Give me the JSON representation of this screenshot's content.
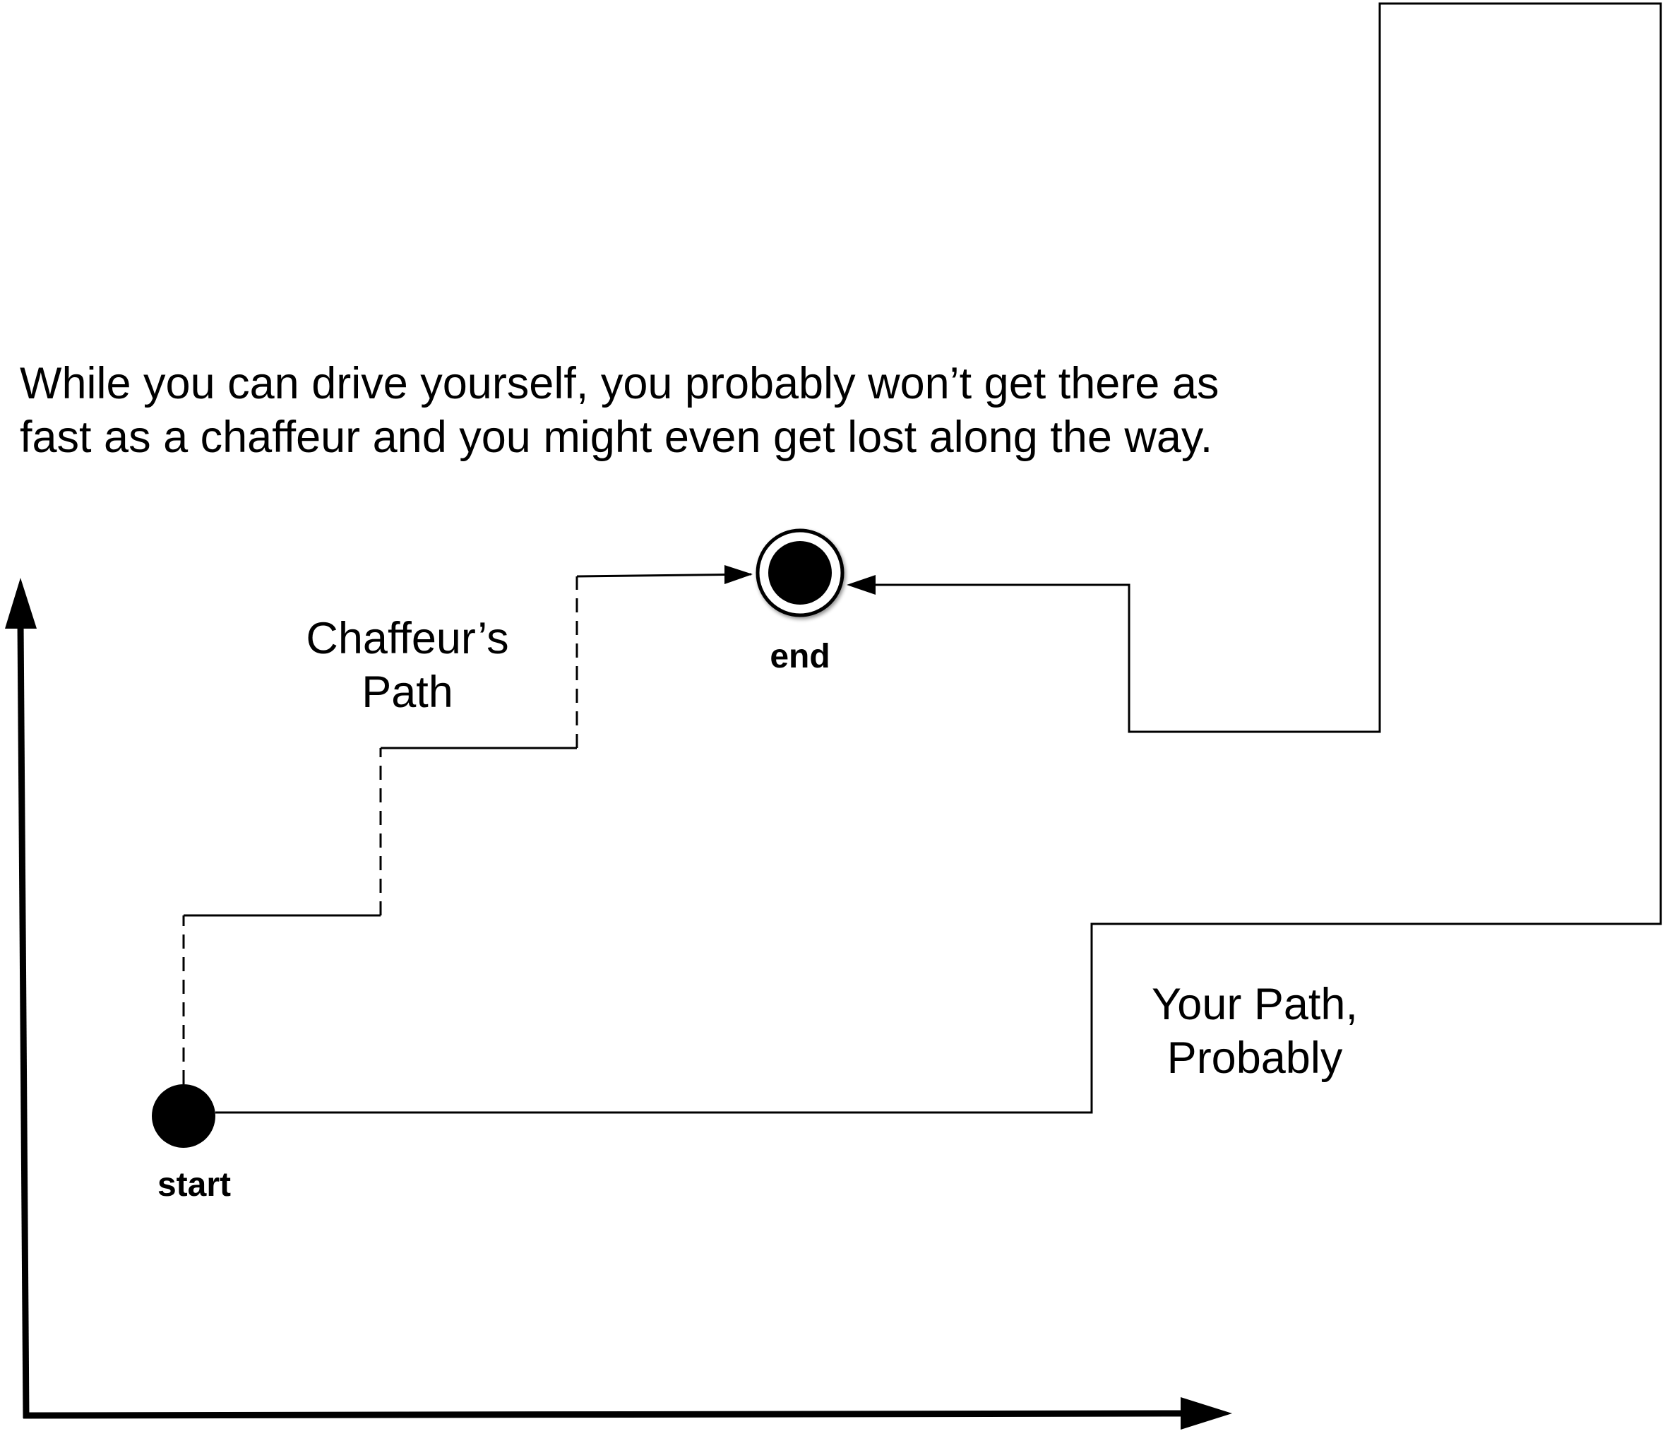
{
  "caption": {
    "line1": "While you can drive yourself, you probably won’t get there as",
    "line2": "fast as a chaffeur and you might even get lost along the way."
  },
  "labels": {
    "chauffeur_path": [
      "Chaffeur’s",
      "Path"
    ],
    "your_path": [
      "Your Path,",
      "Probably"
    ],
    "start": "start",
    "end": "end"
  },
  "colors": {
    "line": "#000000",
    "background": "#ffffff"
  }
}
